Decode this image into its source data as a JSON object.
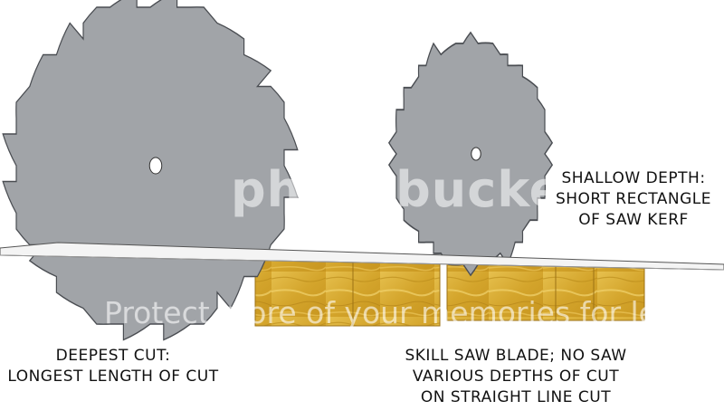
{
  "captions": {
    "shallow": [
      "SHALLOW DEPTH:",
      "SHORT RECTANGLE",
      "OF SAW KERF"
    ],
    "deepest": [
      "DEEPEST CUT:",
      "LONGEST LENGTH OF CUT"
    ],
    "skill": [
      "SKILL SAW BLADE; NO SAW",
      "VARIOUS DEPTHS OF CUT",
      "ON STRAIGHT LINE CUT"
    ]
  },
  "watermark": {
    "brand": "photobucket",
    "tagline": "Protect more of your memories for less!"
  },
  "colors": {
    "blade": "#a1a4a8",
    "blade_outline": "#4a4d52",
    "board": "#f0f0f0",
    "wood": "#d8ad32",
    "wood_light": "#ecca5c",
    "wood_dark": "#a87a18"
  }
}
